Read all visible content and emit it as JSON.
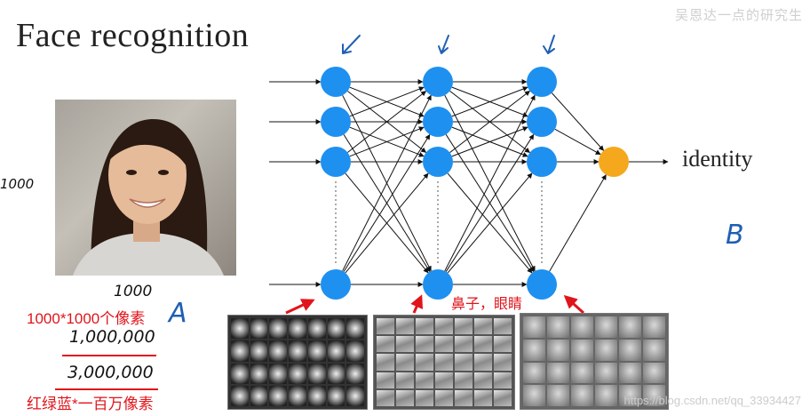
{
  "title": "Face recognition",
  "output_label": "identity",
  "watermark_top": "吴恩达一点的研究生",
  "watermark_bottom": "https://blog.csdn.net/qq_33934427",
  "annotations": {
    "handwritten_left": "1000",
    "handwritten_top": "1000",
    "letter_a": "A",
    "letter_b": "B",
    "pixels_cn": "1000*1000个像素",
    "one_million": "1,000,000",
    "three_million": "3,000,000",
    "rgb_cn": "红绿蓝*一百万像素",
    "nose_eyes_cn": "鼻子，眼睛"
  },
  "colors": {
    "node": "#1e90f0",
    "output_node": "#f5a81c",
    "red": "#e0151b",
    "arrow_ink": "#1f5fb3"
  },
  "icons": [
    "face-photo",
    "edge-features",
    "part-features",
    "face-features"
  ]
}
